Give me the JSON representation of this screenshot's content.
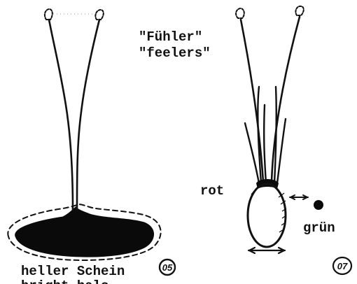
{
  "labels": {
    "fuehler": "\"Fühler\"",
    "feelers": "\"feelers\"",
    "rot": "rot",
    "gruen": "grün",
    "heller_schein": "heller Schein",
    "bright_halo_partial": "bright halo"
  },
  "figure_numbers": {
    "left": "05",
    "right": "07"
  }
}
